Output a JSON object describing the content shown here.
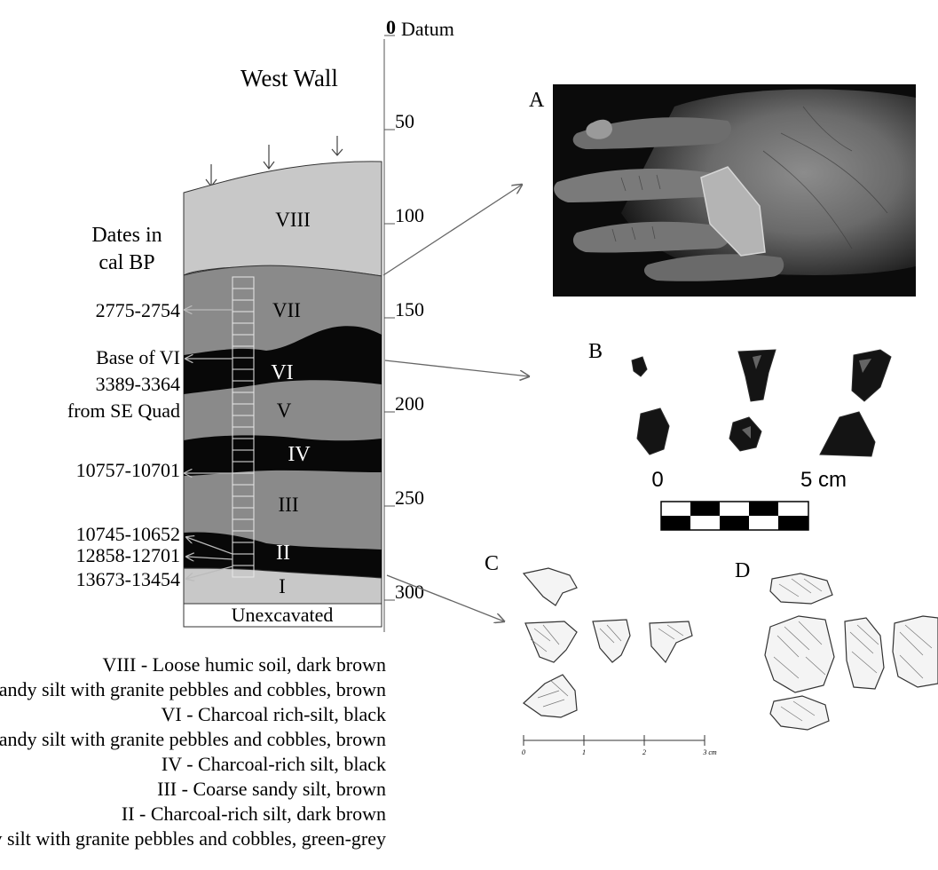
{
  "diagram": {
    "wall_title": "West Wall",
    "dates_caption": [
      "Dates in",
      "cal BP"
    ],
    "depth_axis": {
      "datum_label": "Datum",
      "ticks": [
        {
          "depth": 0,
          "label": "0"
        },
        {
          "depth": 50,
          "label": "50"
        },
        {
          "depth": 100,
          "label": "100"
        },
        {
          "depth": 150,
          "label": "150"
        },
        {
          "depth": 200,
          "label": "200"
        },
        {
          "depth": 250,
          "label": "250"
        },
        {
          "depth": 300,
          "label": "300"
        }
      ]
    },
    "layers": [
      {
        "id": "VIII",
        "label": "VIII",
        "fill": "#c8c8c8",
        "text_color": "#111111"
      },
      {
        "id": "VII",
        "label": "VII",
        "fill": "#8a8a8a",
        "text_color": "#111111"
      },
      {
        "id": "VI",
        "label": "VI",
        "fill": "#080808",
        "text_color": "#ffffff"
      },
      {
        "id": "V",
        "label": "V",
        "fill": "#8a8a8a",
        "text_color": "#111111"
      },
      {
        "id": "IV",
        "label": "IV",
        "fill": "#080808",
        "text_color": "#ffffff"
      },
      {
        "id": "III",
        "label": "III",
        "fill": "#8a8a8a",
        "text_color": "#111111"
      },
      {
        "id": "II",
        "label": "II",
        "fill": "#080808",
        "text_color": "#ffffff"
      },
      {
        "id": "I",
        "label": "I",
        "fill": "#c8c8c8",
        "text_color": "#111111"
      },
      {
        "id": "unexcavated",
        "label": "Unexcavated",
        "fill": "#ffffff",
        "text_color": "#111111"
      }
    ],
    "date_labels": [
      {
        "text": "2775-2754",
        "arrow": true
      },
      {
        "text": "Base of VI",
        "arrow": true
      },
      {
        "text": "3389-3364",
        "arrow": false
      },
      {
        "text": "from SE Quad",
        "arrow": false
      },
      {
        "text": "10757-10701",
        "arrow": true
      },
      {
        "text": "10745-10652",
        "arrow": true
      },
      {
        "text": "12858-12701",
        "arrow": true
      },
      {
        "text": "13673-13454",
        "arrow": true
      }
    ],
    "legend": [
      "VIII - Loose humic soil, dark brown",
      "VII - Sandy silt with granite pebbles and cobbles, brown",
      "VI - Charcoal rich-silt, black",
      "V - Sandy silt with granite pebbles and cobbles, brown",
      "IV - Charcoal-rich silt, black",
      "III - Coarse sandy silt, brown",
      "II - Charcoal-rich silt, dark brown",
      "I - Sandy silt with granite pebbles and cobbles, green-grey"
    ]
  },
  "panels": {
    "a": {
      "letter": "A"
    },
    "b": {
      "letter": "B",
      "scale_left": "0",
      "scale_right": "5 cm"
    },
    "c": {
      "letter": "C",
      "scale_ticks": [
        "0",
        "1",
        "2",
        "3 cm"
      ]
    },
    "d": {
      "letter": "D"
    }
  }
}
